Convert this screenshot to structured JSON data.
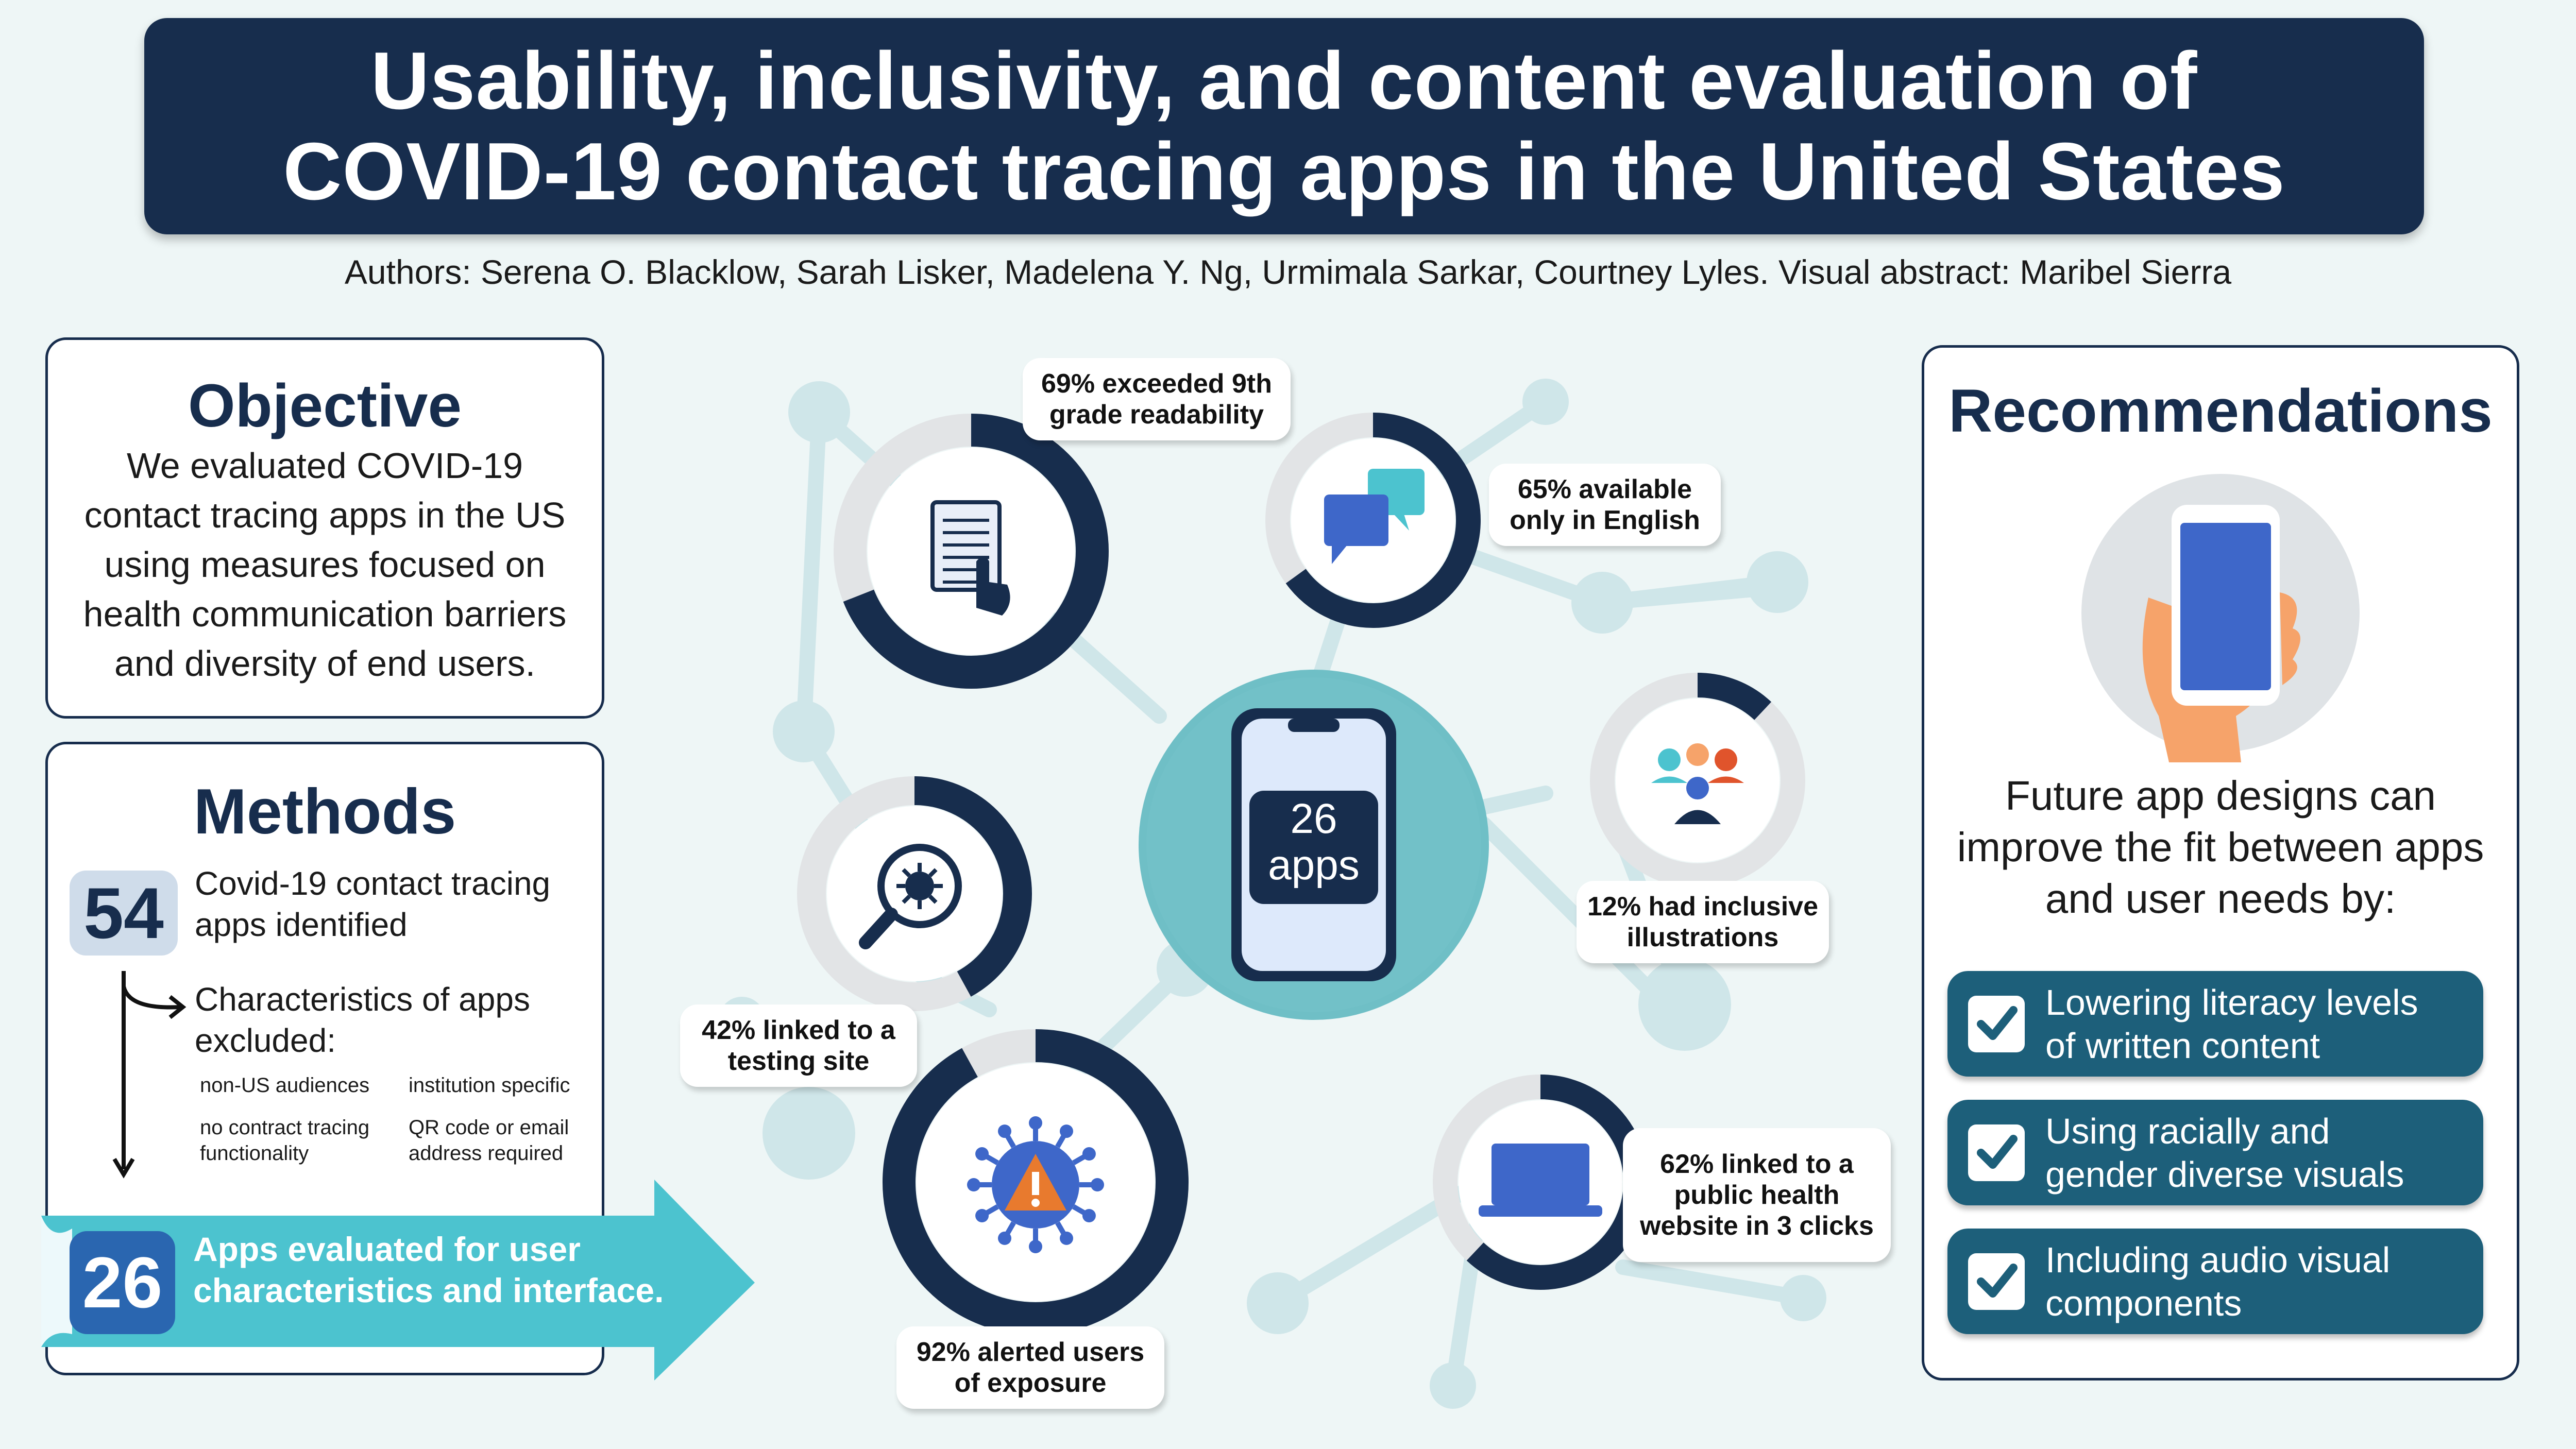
{
  "header": {
    "title_line1": "Usability, inclusivity, and content evaluation of",
    "title_line2": "COVID-19 contact tracing apps in the United States",
    "authors": "Authors: Serena O. Blacklow, Sarah Lisker, Madelena Y. Ng, Urmimala Sarkar, Courtney Lyles. Visual abstract: Maribel Sierra"
  },
  "objective": {
    "title": "Objective",
    "lines": [
      "We evaluated COVID-19",
      "contact tracing apps in the US",
      "using measures focused on",
      "health communication barriers",
      "and diversity of end users."
    ]
  },
  "methods": {
    "title": "Methods",
    "identified_count": "54",
    "identified_line1": "Covid-19 contact tracing",
    "identified_line2": "apps identified",
    "excluded_line1": "Characteristics of apps",
    "excluded_line2": "excluded:",
    "excl_items": [
      "non-US audiences",
      "institution specific",
      "no contract tracing",
      "functionality",
      "QR code or email",
      "address required"
    ],
    "evaluated_count": "26",
    "evaluated_line1": "Apps evaluated for user",
    "evaluated_line2": "characteristics and interface."
  },
  "center": {
    "count": "26",
    "label": "apps"
  },
  "stats": [
    {
      "line1": "69% exceeded 9th",
      "line2": "grade readability",
      "value": 69,
      "icon": "document-touch-icon"
    },
    {
      "line1": "65% available",
      "line2": "only in English",
      "value": 65,
      "icon": "chat-bubbles-icon"
    },
    {
      "line1": "12% had inclusive",
      "line2": "illustrations",
      "value": 12,
      "icon": "diverse-people-icon"
    },
    {
      "line1": "42% linked to a",
      "line2": "testing site",
      "value": 42,
      "icon": "magnifier-virus-icon"
    },
    {
      "line1": "62% linked to a",
      "line2": "public health",
      "line3": "website in 3 clicks",
      "value": 62,
      "icon": "laptop-icon"
    },
    {
      "line1": "92% alerted users",
      "line2": "of exposure",
      "value": 92,
      "icon": "virus-warning-icon"
    }
  ],
  "recommendations": {
    "title": "Recommendations",
    "intro": [
      "Future app designs can",
      "improve the fit between apps",
      "and user needs by:"
    ],
    "items": [
      {
        "line1": "Lowering literacy levels",
        "line2": "of written content"
      },
      {
        "line1": "Using racially and",
        "line2": "gender diverse visuals"
      },
      {
        "line1": "Including audio visual",
        "line2": "components"
      }
    ]
  },
  "colors": {
    "navy": "#172d4d",
    "teal": "#4cc3cf",
    "ring_bg": "#e2e4e6",
    "network": "#cfe6e9",
    "button": "#1d5f7a"
  }
}
